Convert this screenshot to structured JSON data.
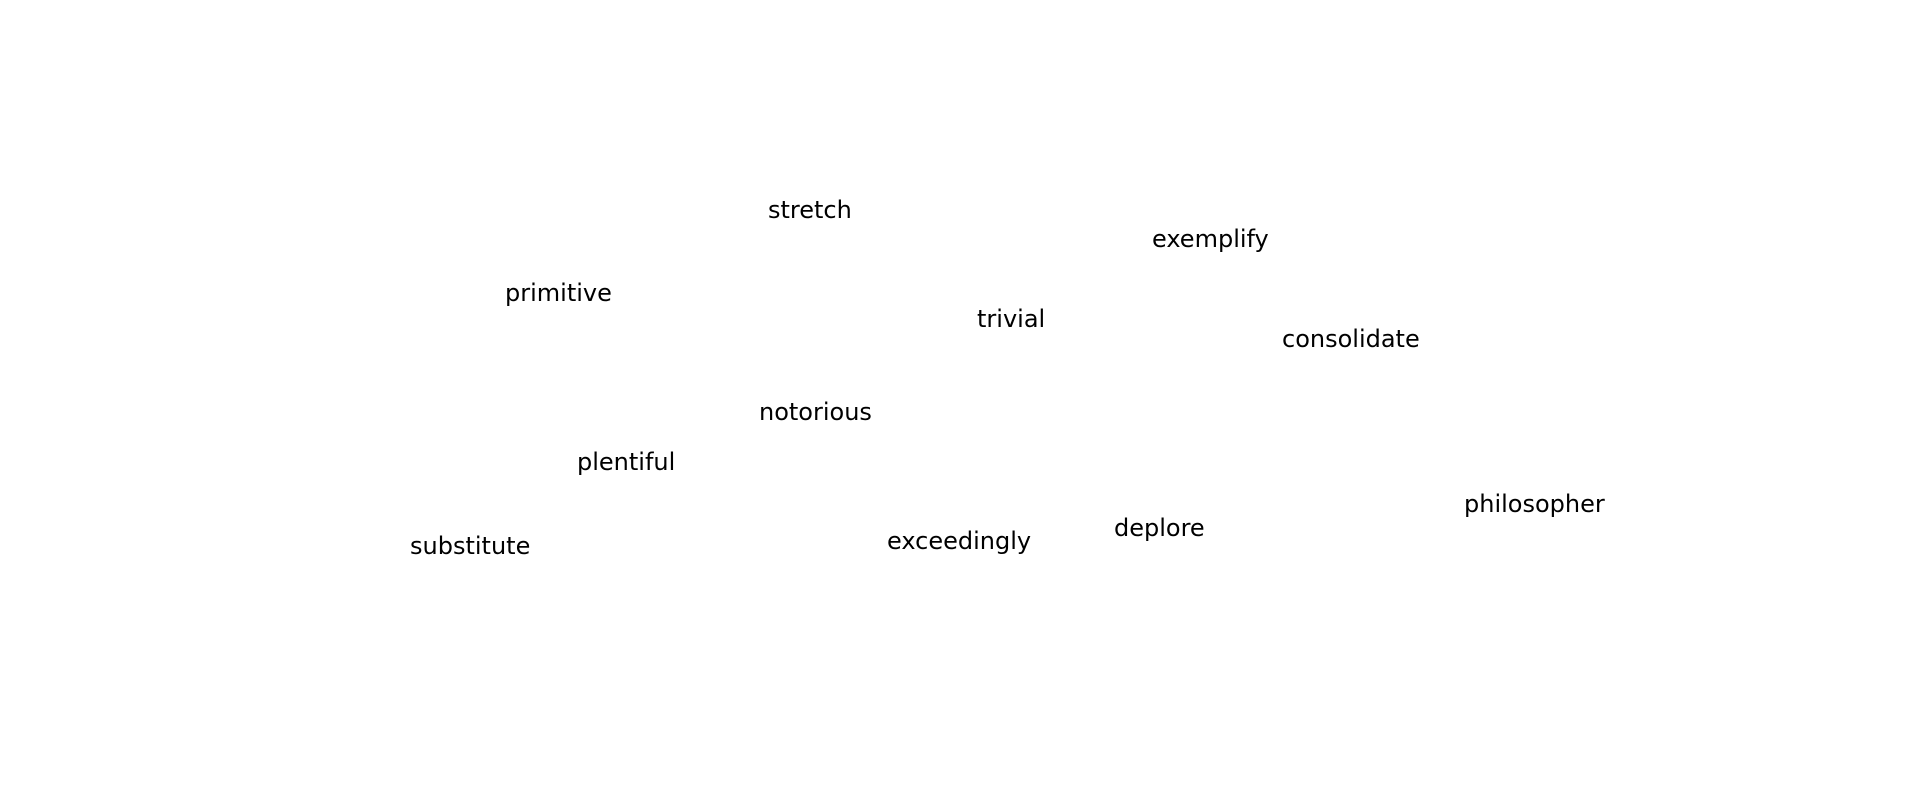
{
  "words": {
    "stretch": "stretch",
    "exemplify": "exemplify",
    "primitive": "primitive",
    "trivial": "trivial",
    "consolidate": "consolidate",
    "notorious": "notorious",
    "plentiful": "plentiful",
    "philosopher": "philosopher",
    "deplore": "deplore",
    "exceedingly": "exceedingly",
    "substitute": "substitute"
  },
  "colors": {
    "background": "#ffffff",
    "text": "#000000"
  }
}
